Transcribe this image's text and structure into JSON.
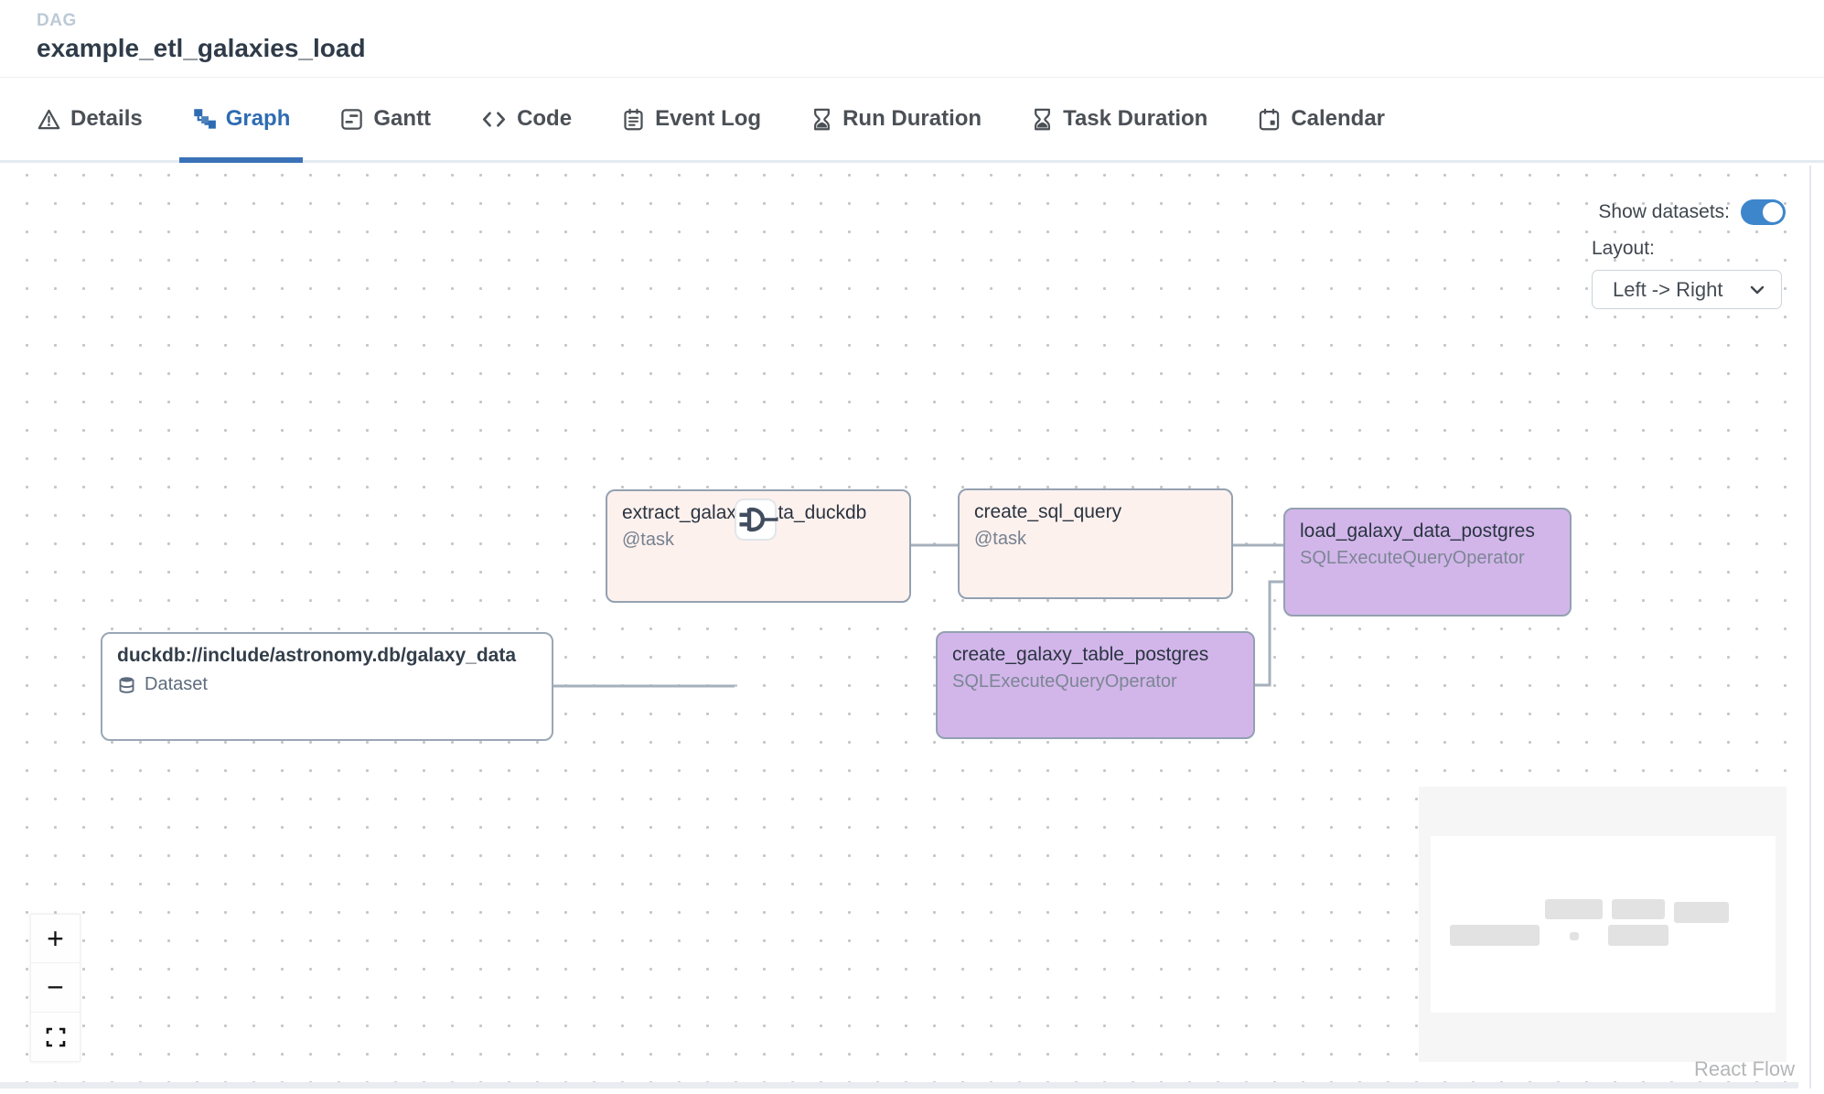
{
  "header": {
    "kicker": "DAG",
    "title": "example_etl_galaxies_load"
  },
  "tabs": [
    {
      "label": "Details",
      "icon": "warning-triangle-icon",
      "active": false
    },
    {
      "label": "Graph",
      "icon": "graph-icon",
      "active": true
    },
    {
      "label": "Gantt",
      "icon": "gantt-icon",
      "active": false
    },
    {
      "label": "Code",
      "icon": "code-icon",
      "active": false
    },
    {
      "label": "Event Log",
      "icon": "event-log-icon",
      "active": false
    },
    {
      "label": "Run Duration",
      "icon": "hourglass-icon",
      "active": false
    },
    {
      "label": "Task Duration",
      "icon": "hourglass-icon",
      "active": false
    },
    {
      "label": "Calendar",
      "icon": "calendar-icon",
      "active": false
    }
  ],
  "panel": {
    "show_datasets_label": "Show datasets:",
    "show_datasets_on": true,
    "layout_label": "Layout:",
    "layout_value": "Left -> Right"
  },
  "nodes": {
    "extract": {
      "title": "extract_galaxy_data_duckdb",
      "subtitle": "@task"
    },
    "create_sql": {
      "title": "create_sql_query",
      "subtitle": "@task"
    },
    "load": {
      "title": "load_galaxy_data_postgres",
      "subtitle": "SQLExecuteQueryOperator"
    },
    "create_table": {
      "title": "create_galaxy_table_postgres",
      "subtitle": "SQLExecuteQueryOperator"
    },
    "dataset": {
      "title": "duckdb://include/astronomy.db/galaxy_data",
      "type_label": "Dataset"
    }
  },
  "zoom_controls": {
    "zoom_in": "+",
    "zoom_out": "−"
  },
  "attribution": "React Flow",
  "colors": {
    "accent_blue": "#2e6cb2",
    "toggle_blue": "#3d86cc",
    "task_fill": "#fdf1ee",
    "operator_fill": "#d2b6ea",
    "node_border": "#93a1b1",
    "edge_gray": "#a6b0bc",
    "gate_glyph": "#414d5f"
  }
}
